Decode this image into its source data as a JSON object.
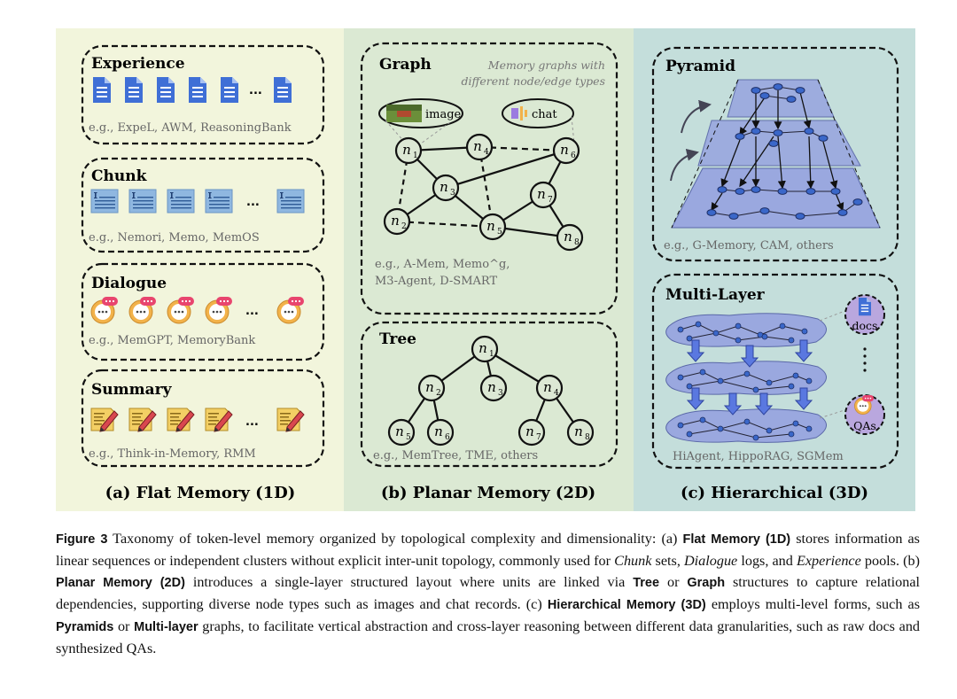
{
  "panels": {
    "flat": {
      "title": "(a) Flat Memory (1D)",
      "experience": {
        "title": "Experience",
        "ellipsis": "...",
        "examples": "e.g., ExpeL, AWM, ReasoningBank"
      },
      "chunk": {
        "title": "Chunk",
        "ellipsis": "...",
        "examples": "e.g., Nemori, Memo, MemOS"
      },
      "dialogue": {
        "title": "Dialogue",
        "ellipsis": "...",
        "examples": "e.g., MemGPT, MemoryBank"
      },
      "summary": {
        "title": "Summary",
        "ellipsis": "...",
        "examples": "e.g., Think-in-Memory, RMM"
      }
    },
    "planar": {
      "title": "(b) Planar Memory (2D)",
      "graph": {
        "title": "Graph",
        "note_line1": "Memory graphs with",
        "note_line2": "different node/edge types",
        "image_label": "image",
        "chat_label": "chat",
        "examples_line1": "e.g., A-Mem, Memo^g,",
        "examples_line2": "M3-Agent, D-SMART",
        "nodes": [
          {
            "id": "n1",
            "label": "n",
            "sub": "1"
          },
          {
            "id": "n2",
            "label": "n",
            "sub": "2"
          },
          {
            "id": "n3",
            "label": "n",
            "sub": "3"
          },
          {
            "id": "n4",
            "label": "n",
            "sub": "4"
          },
          {
            "id": "n5",
            "label": "n",
            "sub": "5"
          },
          {
            "id": "n6",
            "label": "n",
            "sub": "6"
          },
          {
            "id": "n7",
            "label": "n",
            "sub": "7"
          },
          {
            "id": "n8",
            "label": "n",
            "sub": "8"
          }
        ]
      },
      "tree": {
        "title": "Tree",
        "examples": "e.g., MemTree, TME, others",
        "nodes": [
          {
            "id": "t1",
            "label": "n",
            "sub": "1"
          },
          {
            "id": "t2",
            "label": "n",
            "sub": "2"
          },
          {
            "id": "t3",
            "label": "n",
            "sub": "3"
          },
          {
            "id": "t4",
            "label": "n",
            "sub": "4"
          },
          {
            "id": "t5",
            "label": "n",
            "sub": "5"
          },
          {
            "id": "t6",
            "label": "n",
            "sub": "6"
          },
          {
            "id": "t7",
            "label": "n",
            "sub": "7"
          },
          {
            "id": "t8",
            "label": "n",
            "sub": "8"
          }
        ]
      }
    },
    "hier": {
      "title": "(c) Hierarchical  (3D)",
      "pyramid": {
        "title": "Pyramid",
        "examples": "e.g., G-Memory, CAM, others"
      },
      "multilayer": {
        "title": "Multi-Layer",
        "docs_label": "docs",
        "qas_label": "QAs",
        "examples": "HiAgent, HippoRAG, SGMem"
      }
    }
  },
  "caption": {
    "fig_label": "Figure 3",
    "t1": " Taxonomy of token-level memory organized by topological complexity and dimensionality: (a) ",
    "flat": "Flat Memory (1D)",
    "t2": " stores information as linear sequences or independent clusters without explicit inter-unit topology, commonly used for ",
    "chunk": "Chunk",
    "t3": " sets, ",
    "dialogue": "Dialogue",
    "t4": " logs, and ",
    "experience": "Experience",
    "t5": " pools. (b) ",
    "planar": "Planar Memory (2D)",
    "t6": " introduces a single-layer structured layout where units are linked via ",
    "tree": "Tree",
    "t7": " or ",
    "graph": "Graph",
    "t8": " structures to capture relational dependencies, supporting diverse node types such as images and chat records. (c) ",
    "hier": "Hierarchical Memory (3D)",
    "t9": " employs multi-level forms, such as ",
    "pyramids": "Pyramids",
    "t10": " or ",
    "multilayer": "Multi-layer",
    "t11": " graphs, to facilitate vertical abstraction and cross-layer reasoning between different data granularities, such as raw docs and synthesized QAs."
  },
  "colors": {
    "flat_bg": "#f2f5dc",
    "planar_bg": "#dbe9d3",
    "hier_bg": "#c4dedb",
    "node_fill": "#dce8d4",
    "layer_fill": "#9aa8df",
    "doc_blue": "#3f6fd6",
    "chunk_blue": "#8fb7e0",
    "chat_orange": "#f2b24a",
    "chat_pink": "#e8456e",
    "summary_yellow": "#f3cf64",
    "pencil_red": "#d9474f",
    "docs_circle": "#b9a7de"
  }
}
